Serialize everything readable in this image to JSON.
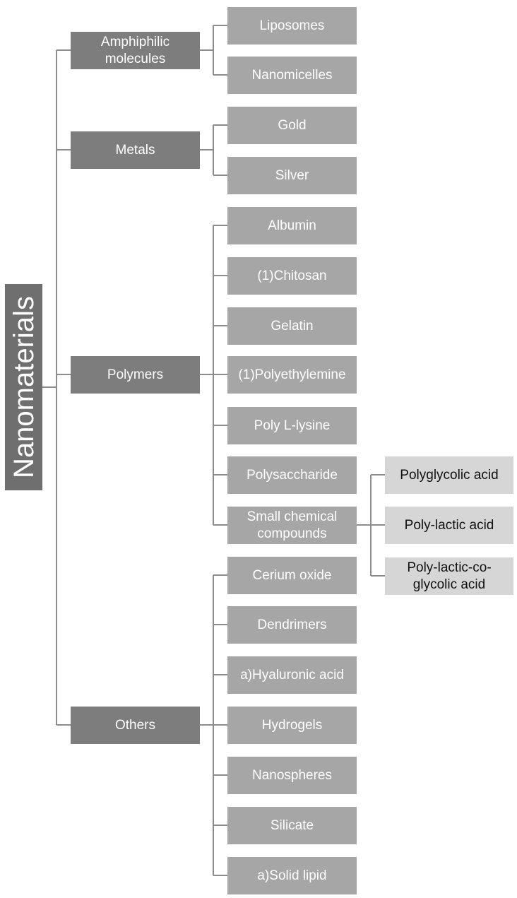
{
  "root": "Nanomaterials",
  "categories": [
    {
      "label": "Amphiphilic molecules",
      "items": [
        "Liposomes",
        "Nanomicelles"
      ]
    },
    {
      "label": "Metals",
      "items": [
        "Gold",
        "Silver"
      ]
    },
    {
      "label": "Polymers",
      "items": [
        "Albumin",
        "(1)Chitosan",
        "Gelatin",
        "(1)Polyethylemine",
        "Poly L-lysine",
        "Polysaccharide",
        "Small chemical compounds"
      ]
    },
    {
      "label": "Others",
      "items": [
        "Cerium oxide",
        "Dendrimers",
        "a)Hyaluronic acid",
        "Hydrogels",
        "Nanospheres",
        "Silicate",
        "a)Solid lipid"
      ]
    }
  ],
  "subitems": [
    "Polyglycolic acid",
    "Poly-lactic acid",
    "Poly-lactic-co-glycolic acid"
  ],
  "colors": {
    "root": "#6f6f6f",
    "category": "#7d7d7d",
    "item": "#a6a6a6",
    "subitem": "#d6d6d6",
    "connector": "#8c8c8c"
  }
}
